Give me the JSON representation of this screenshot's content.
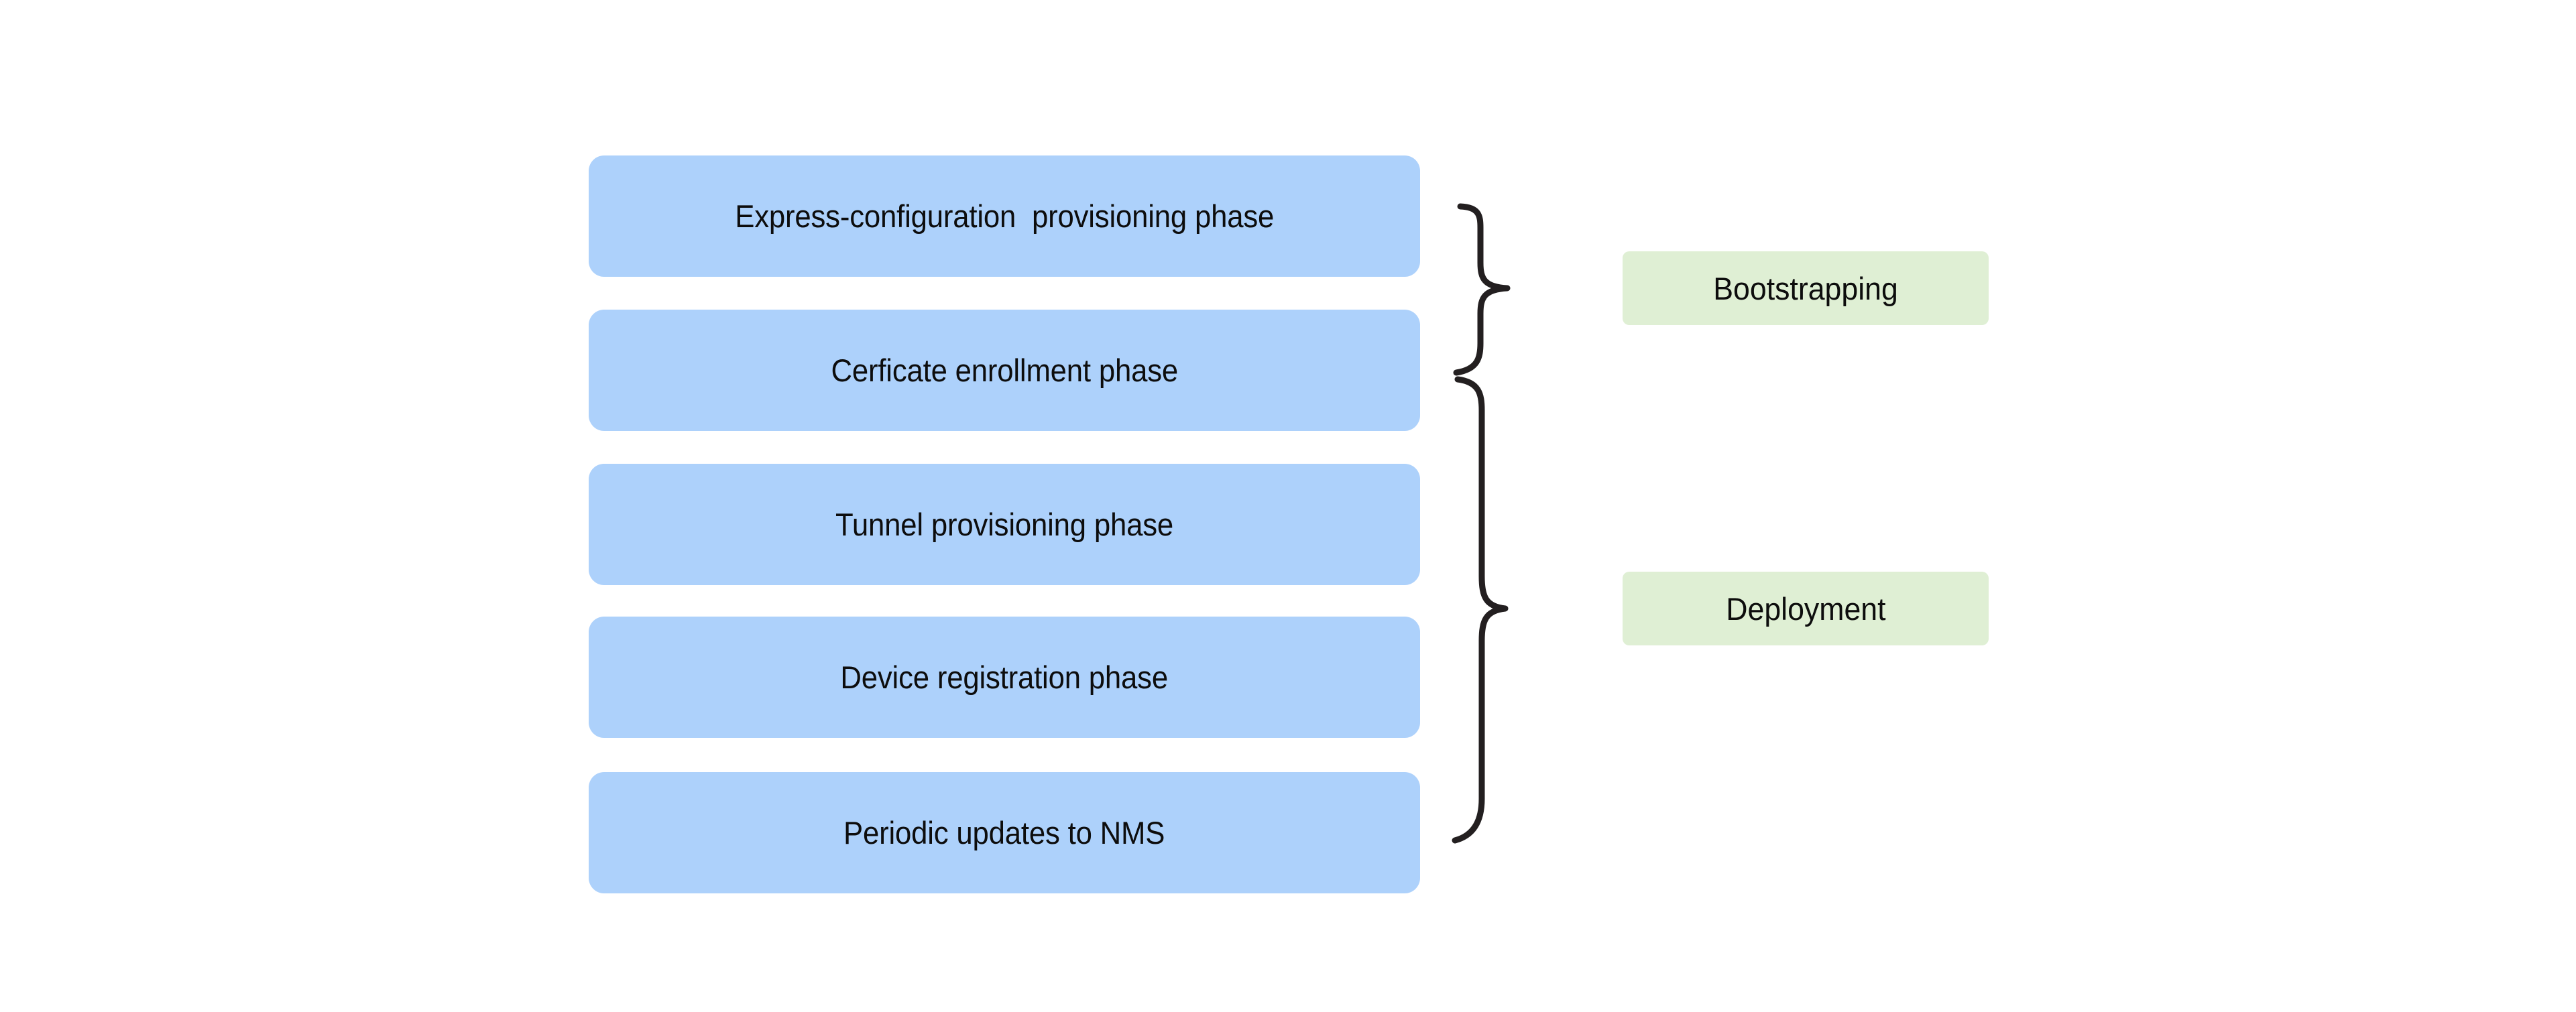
{
  "diagram": {
    "title": "Device lifecycle phases grouped into Bootstrapping and Deployment",
    "background_color": "#ffffff",
    "phase_box_color": "#ADD1FB",
    "group_box_color": "#DFEFD4",
    "brace_color": "#231F20",
    "text_color": "#0d0d0d"
  },
  "phases": [
    {
      "id": "express-configuration-provisioning-phase",
      "label": "Express-configuration  provisioning phase",
      "group": "Bootstrapping"
    },
    {
      "id": "cerficate-enrollment-phase",
      "label": "Cerficate enrollment phase",
      "group": "Bootstrapping"
    },
    {
      "id": "tunnel-provisioning-phase",
      "label": "Tunnel provisioning phase",
      "group": "Deployment"
    },
    {
      "id": "device-registration-phase",
      "label": "Device registration phase",
      "group": "Deployment"
    },
    {
      "id": "periodic-updates-to-nms",
      "label": "Periodic updates to NMS",
      "group": "Deployment"
    }
  ],
  "groups": [
    {
      "id": "bootstrapping",
      "label": "Bootstrapping",
      "phase_indices": [
        0,
        1
      ]
    },
    {
      "id": "deployment",
      "label": "Deployment",
      "phase_indices": [
        2,
        3,
        4
      ]
    }
  ]
}
